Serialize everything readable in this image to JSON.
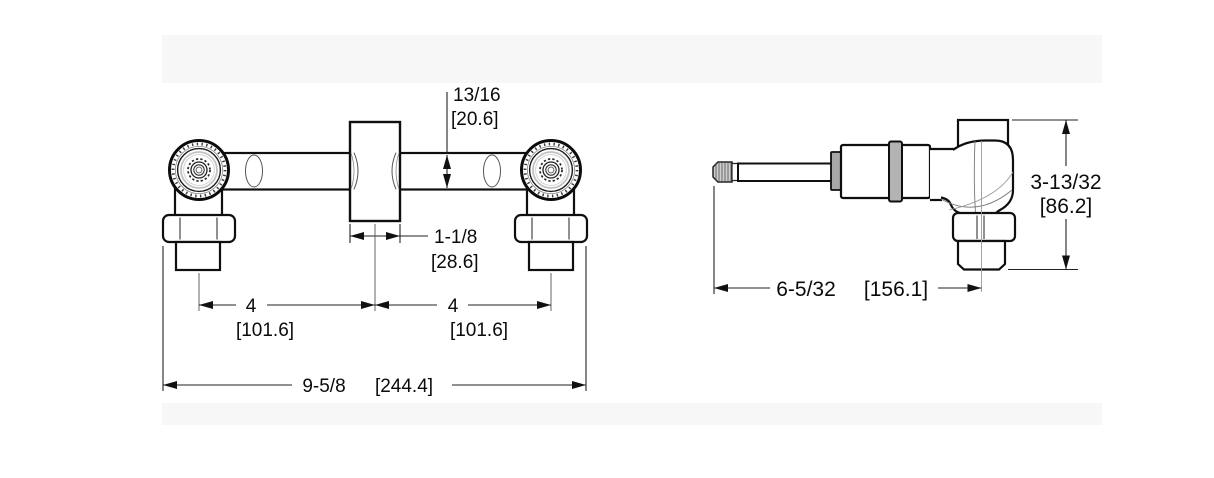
{
  "colors": {
    "page_background": "#ffffff",
    "canvas_strip_gray": "#f7f7f7",
    "line_color": "#111111",
    "metal_gray": "#aaaaaa"
  },
  "front_view": {
    "dim_pipe_height": {
      "imperial": "13/16",
      "metric": "[20.6]"
    },
    "dim_block_width": {
      "imperial": "1-1/8",
      "metric": "[28.6]"
    },
    "dim_left_spacing": {
      "imperial": "4",
      "metric": "[101.6]"
    },
    "dim_right_spacing": {
      "imperial": "4",
      "metric": "[101.6]"
    },
    "dim_overall_width": {
      "imperial": "9-5/8",
      "metric": "[244.4]"
    }
  },
  "side_view": {
    "dim_depth": {
      "imperial": "6-5/32",
      "metric": "[156.1]"
    },
    "dim_height": {
      "imperial": "3-13/32",
      "metric": "[86.2]"
    }
  }
}
